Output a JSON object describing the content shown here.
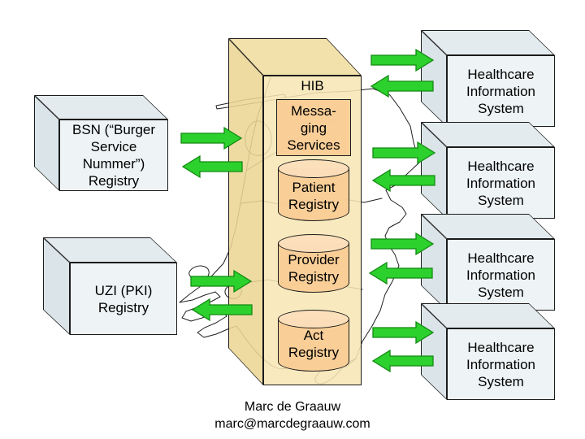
{
  "hib": {
    "label": "HIB",
    "messaging": {
      "lines": [
        "Messa-",
        "ging",
        "Services"
      ]
    },
    "registries": [
      {
        "id": "patient-registry",
        "lines": [
          "Patient",
          "Registry"
        ]
      },
      {
        "id": "provider-registry",
        "lines": [
          "Provider",
          "Registry"
        ]
      },
      {
        "id": "act-registry",
        "lines": [
          "Act",
          "Registry"
        ]
      }
    ]
  },
  "left_nodes": [
    {
      "id": "bsn-registry",
      "lines": [
        "BSN (“Burger",
        "Service",
        "Nummer”)",
        "Registry"
      ]
    },
    {
      "id": "uzi-registry",
      "lines": [
        "UZI (PKI)",
        "Registry"
      ]
    }
  ],
  "right_nodes": [
    {
      "id": "his-1",
      "lines": [
        "Healthcare",
        "Information",
        "System"
      ]
    },
    {
      "id": "his-2",
      "lines": [
        "Healthcare",
        "Information",
        "System"
      ]
    },
    {
      "id": "his-3",
      "lines": [
        "Healthcare",
        "Information",
        "System"
      ]
    },
    {
      "id": "his-4",
      "lines": [
        "Healthcare",
        "Information",
        "System"
      ]
    }
  ],
  "footer": {
    "author": "Marc de Graauw",
    "email": "marc@marcdegraauw.com"
  },
  "icons": {
    "map": "netherlands-map-outline",
    "arrow_right": "green-arrow-right",
    "arrow_left": "green-arrow-left"
  },
  "colors": {
    "arrow_fill": "#2DD12D",
    "arrow_stroke": "#128A12",
    "hib_face_tan": "#F7E7B4",
    "registry_peach": "#F8CB92",
    "node_face_gray": "#EEF3F5",
    "outline": "#1B1B1B",
    "map_line": "#141414",
    "background": "#FFFFFF"
  }
}
